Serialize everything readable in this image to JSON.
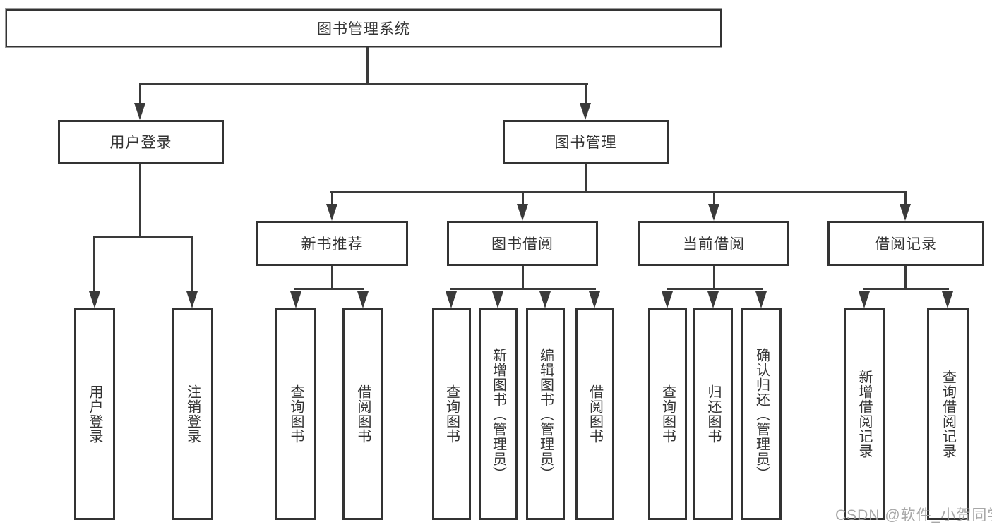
{
  "diagram": {
    "type": "function-structure-tree",
    "tree": {
      "label": "图书管理系统",
      "children": [
        {
          "label": "用户登录",
          "children": [
            {
              "label": "用户登录"
            },
            {
              "label": "注销登录"
            }
          ]
        },
        {
          "label": "图书管理",
          "children": [
            {
              "label": "新书推荐",
              "children": [
                {
                  "label": "查询图书"
                },
                {
                  "label": "借阅图书"
                }
              ]
            },
            {
              "label": "图书借阅",
              "children": [
                {
                  "label": "查询图书"
                },
                {
                  "label": "新增图书（管理员）"
                },
                {
                  "label": "编辑图书（管理员）"
                },
                {
                  "label": "借阅图书"
                }
              ]
            },
            {
              "label": "当前借阅",
              "children": [
                {
                  "label": "查询图书"
                },
                {
                  "label": "归还图书"
                },
                {
                  "label": "确认归还（管理员）"
                }
              ]
            },
            {
              "label": "借阅记录",
              "children": [
                {
                  "label": "新增借阅记录"
                },
                {
                  "label": "查询借阅记录"
                }
              ]
            }
          ]
        }
      ]
    },
    "colors": {
      "line": "#3a3a3a",
      "border": "#333333",
      "text": "#333333",
      "background": "#ffffff",
      "watermark_text_color": "#a0a0a0"
    }
  },
  "watermark": {
    "text": "CSDN @软件_小贺同学"
  }
}
